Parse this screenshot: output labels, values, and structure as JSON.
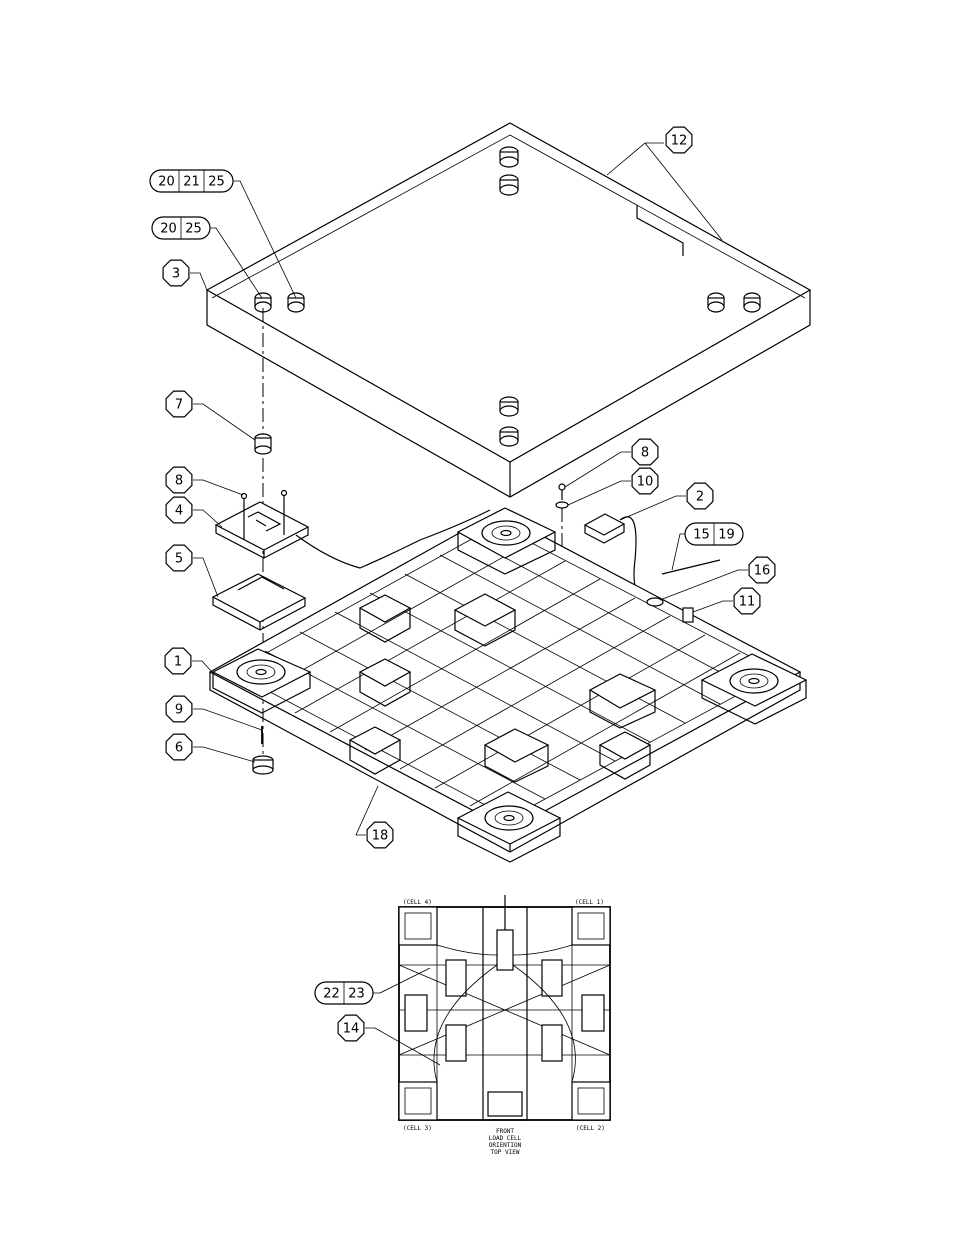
{
  "balloons": {
    "b1": "1",
    "b2": "2",
    "b3": "3",
    "b4": "4",
    "b5": "5",
    "b6": "6",
    "b7": "7",
    "b8a": "8",
    "b8b": "8",
    "b9": "9",
    "b10": "10",
    "b11": "11",
    "b12": "12",
    "b14": "14",
    "b16": "16",
    "b18": "18"
  },
  "multi_balloons": {
    "m1": [
      "20",
      "21",
      "25"
    ],
    "m2": [
      "20",
      "25"
    ],
    "m3": [
      "15",
      "19"
    ],
    "m4": [
      "22",
      "23"
    ]
  },
  "top_view": {
    "cell4": "(CELL 4)",
    "cell1": "(CELL 1)",
    "cell3": "(CELL 3)",
    "cell2": "(CELL 2)",
    "caption": [
      "FRONT",
      "LOAD CELL",
      "ORIENTION",
      "TOP VIEW"
    ]
  }
}
